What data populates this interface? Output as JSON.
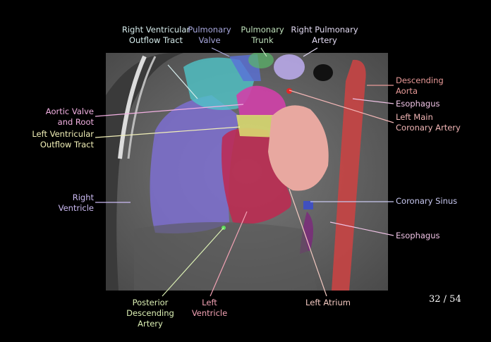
{
  "labels": {
    "rvot": {
      "lines": [
        "Right Ventricular",
        "Outflow Tract"
      ],
      "color": "#d6ecec"
    },
    "pulmonary_valve": {
      "lines": [
        "Pulmonary",
        "Valve"
      ],
      "color": "#a9a9df"
    },
    "pulmonary_trunk": {
      "lines": [
        "Pulmonary",
        "Trunk"
      ],
      "color": "#c0e2bc"
    },
    "right_pulmonary_artery": {
      "lines": [
        "Right Pulmonary",
        "Artery"
      ],
      "color": "#e2daf2"
    },
    "descending_aorta": {
      "lines": [
        "Descending",
        "Aorta"
      ],
      "color": "#e99a98"
    },
    "esophagus_upper": {
      "lines": [
        "Esophagus"
      ],
      "color": "#eec2e4"
    },
    "left_main_coronary": {
      "lines": [
        "Left Main",
        "Coronary Artery"
      ],
      "color": "#f2b6b6"
    },
    "coronary_sinus": {
      "lines": [
        "Coronary Sinus"
      ],
      "color": "#c8c8f0"
    },
    "esophagus_lower": {
      "lines": [
        "Esophagus"
      ],
      "color": "#eec2e4"
    },
    "aortic_valve": {
      "lines": [
        "Aortic Valve",
        "and Root"
      ],
      "color": "#f2b0e2"
    },
    "lvot": {
      "lines": [
        "Left Ventricular",
        "Outflow Tract"
      ],
      "color": "#f2f0b8"
    },
    "right_ventricle": {
      "lines": [
        "Right",
        "Ventricle"
      ],
      "color": "#cbbaf2"
    },
    "pda": {
      "lines": [
        "Posterior",
        "Descending",
        "Artery"
      ],
      "color": "#dcf0b4"
    },
    "left_ventricle": {
      "lines": [
        "Left",
        "Ventricle"
      ],
      "color": "#f2a2b4"
    },
    "left_atrium": {
      "lines": [
        "Left Atrium"
      ],
      "color": "#f2c8c0"
    }
  },
  "page_indicator": "32 / 54"
}
